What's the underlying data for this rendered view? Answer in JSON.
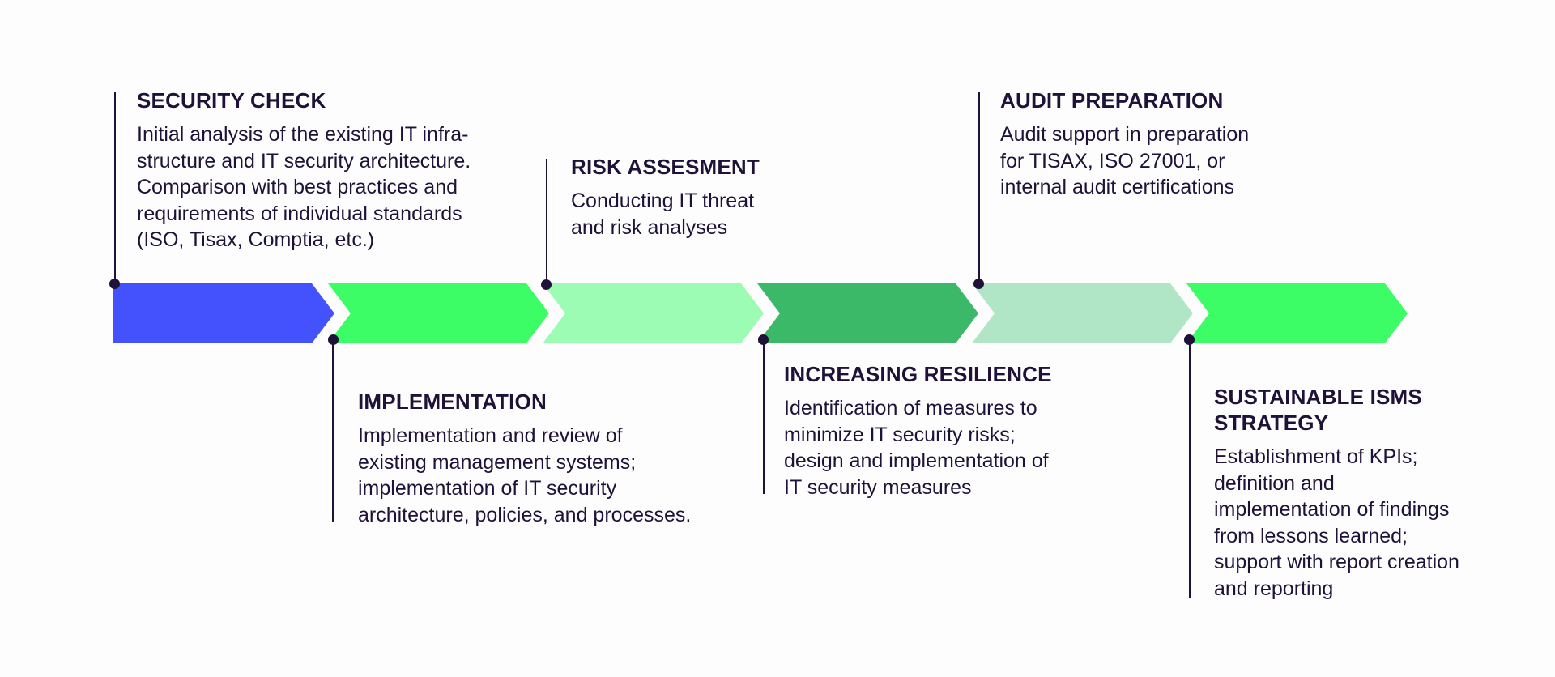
{
  "colors": {
    "line": "#1e1238",
    "arrows": [
      "#4452fe",
      "#3cfd66",
      "#9dfcb3",
      "#3cb968",
      "#b0e6c6",
      "#3cfd66"
    ]
  },
  "steps": [
    {
      "title": "SECURITY CHECK",
      "description": "Initial analysis of the existing IT infra-\nstructure and IT security architecture.\nComparison with best practices and\nrequirements of individual standards\n(ISO, Tisax, Comptia, etc.)"
    },
    {
      "title": "IMPLEMENTATION",
      "description": "Implementation and review of\nexisting management systems;\nimplementation of IT security\narchitecture, policies, and processes."
    },
    {
      "title": "RISK ASSESMENT",
      "description": "Conducting IT threat\nand risk analyses"
    },
    {
      "title": "INCREASING RESILIENCE",
      "description": "Identification of measures to\nminimize IT security risks;\ndesign and implementation of\nIT security measures"
    },
    {
      "title": "AUDIT PREPARATION",
      "description": "Audit support in preparation\nfor TISAX, ISO 27001, or\ninternal audit certifications"
    },
    {
      "title": "SUSTAINABLE ISMS\nSTRATEGY",
      "description": "Establishment of KPIs;\ndefinition and\nimplementation of findings\nfrom lessons learned;\nsupport with report creation\nand reporting"
    }
  ]
}
